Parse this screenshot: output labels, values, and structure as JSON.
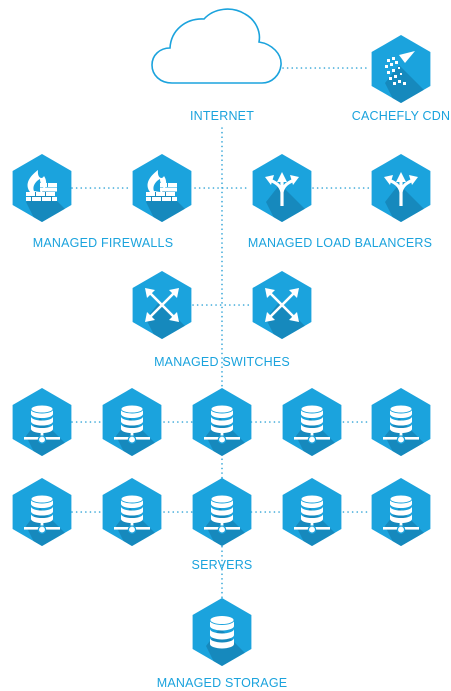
{
  "labels": {
    "internet": "INTERNET",
    "cdn": "CACHEFLY CDN",
    "firewalls": "MANAGED FIREWALLS",
    "load_balancers": "MANAGED LOAD BALANCERS",
    "switches": "MANAGED SWITCHES",
    "servers": "SERVERS",
    "storage": "MANAGED STORAGE"
  },
  "colors": {
    "accent": "#1ba3dd",
    "hex_fill": "#1ba3dd",
    "hex_shadow": "#1689bd",
    "dots": "#2fa3d6",
    "cloud_stroke": "#1ba3dd"
  },
  "icons": {
    "internet": "cloud-icon",
    "cdn": "cachefly-logo-icon",
    "firewall": "firewall-icon",
    "load_balancer": "load-balancer-arrows-icon",
    "switch": "switch-arrows-icon",
    "server": "server-database-icon",
    "storage": "storage-database-icon"
  }
}
